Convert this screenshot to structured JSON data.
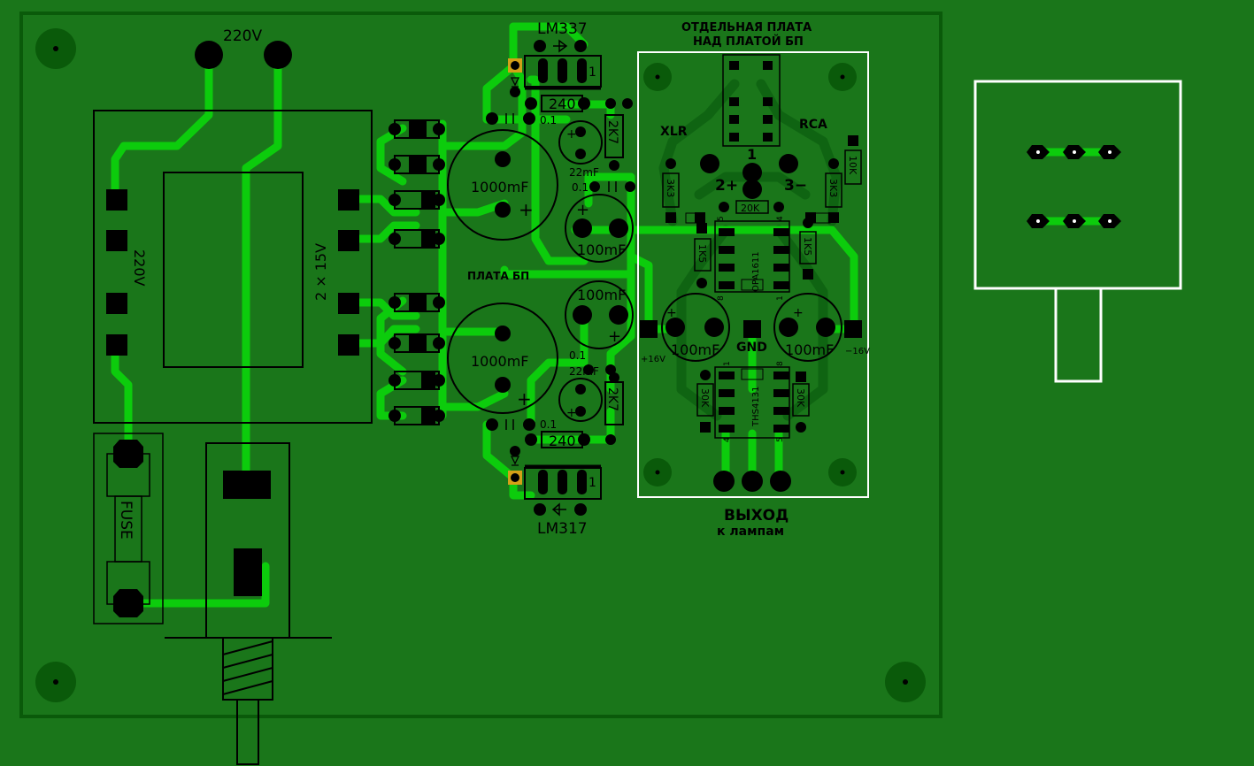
{
  "labels": {
    "mains": "220V",
    "lm337": "LM337",
    "lm317": "LM317",
    "aux_board_title_1": "ОТДЕЛЬНАЯ ПЛАТА",
    "aux_board_title_2": "НАД ПЛАТОЙ БП",
    "transformer_primary": "220V",
    "transformer_secondary": "2 × 15V",
    "fuse": "FUSE",
    "psu_board": "ПЛАТА БП",
    "output_1": "ВЫХОД",
    "output_2": "к лампам",
    "xlr": "XLR",
    "rca": "RCA",
    "pin1": "1",
    "pin2": "2+",
    "pin3": "3−",
    "gnd": "GND",
    "plus16": "+16V",
    "minus16": "−16V",
    "opa": "OPA1611",
    "ths": "THS4131"
  },
  "components": {
    "r240_top": "240",
    "r240_bottom": "240",
    "r2k7_top": "2K7",
    "r2k7_bottom": "2K7",
    "c1000_top": "1000mF",
    "c1000_bottom": "1000mF",
    "c100_top": "100mF",
    "c100_mid": "100mF",
    "c100_left": "100mF",
    "c100_right": "100mF",
    "c22_top": "22mF",
    "c22_bottom": "22mF",
    "c01_a": "0.1",
    "c01_b": "0.1",
    "c01_c": "0.1",
    "c01_d": "0.1",
    "r3k3_left": "3K3",
    "r3k3_right": "3K3",
    "r10k": "10K",
    "r20k": "20K",
    "r1k5_left": "1K5",
    "r1k5_right": "1K5",
    "r30k_left": "30K",
    "r30k_right": "30K",
    "plus_sign": "+",
    "reg_pin": "1",
    "ic_pin_1": "1",
    "ic_pin_4": "4",
    "ic_pin_5": "5",
    "ic_pin_8": "8"
  },
  "colors": {
    "board": "#1a761a",
    "trace": "#0ccc0c",
    "outline": "#000000",
    "silkscreen_white": "#ffffff",
    "pad": "#000000",
    "pad_square_accent": "#d4a017"
  }
}
